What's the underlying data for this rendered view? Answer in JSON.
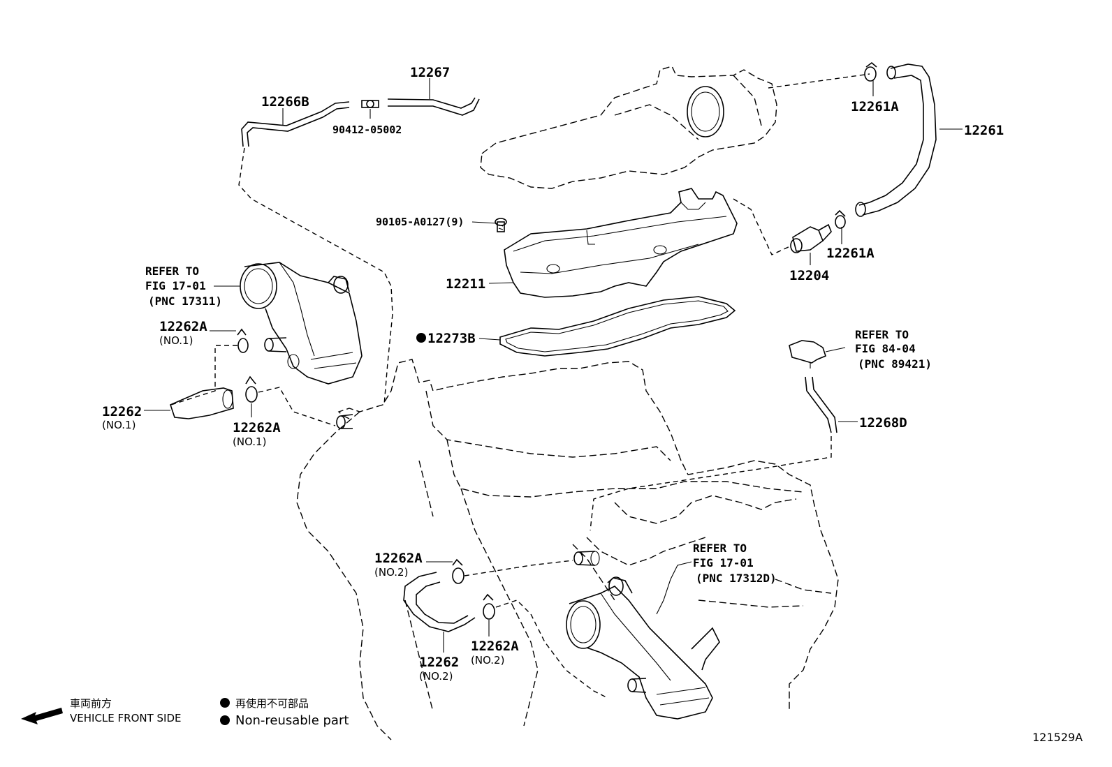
{
  "diagram": {
    "figure_id": "121529A",
    "labels": {
      "p12267": "12267",
      "p12266B": "12266B",
      "p90412": "90412-05002",
      "p12261A_top": "12261A",
      "p12261": "12261",
      "p90105": "90105-A0127(9)",
      "p12211": "12211",
      "p12273B": "12273B",
      "p12204": "12204",
      "p12261A_mid": "12261A",
      "p12262A_1a": "12262A",
      "p12262A_1a_no": "(NO.1)",
      "p12262_1": "12262",
      "p12262_1_no": "(NO.1)",
      "p12262A_1b": "12262A",
      "p12262A_1b_no": "(NO.1)",
      "p12268D": "12268D",
      "p12262A_2a": "12262A",
      "p12262A_2a_no": "(NO.2)",
      "p12262_2": "12262",
      "p12262_2_no": "(NO.2)",
      "p12262A_2b": "12262A",
      "p12262A_2b_no": "(NO.2)"
    },
    "refs": {
      "ref1_l1": "REFER TO",
      "ref1_l2": "FIG 17-01",
      "ref1_l3": "(PNC 17311)",
      "ref2_l1": "REFER TO",
      "ref2_l2": "FIG 84-04",
      "ref2_l3": "(PNC 89421)",
      "ref3_l1": "REFER TO",
      "ref3_l2": "FIG 17-01",
      "ref3_l3": "(PNC 17312D)"
    },
    "legend": {
      "front_jp": "車両前方",
      "front_en": "VEHICLE FRONT SIDE",
      "nonreuse_jp": "再使用不可部品",
      "nonreuse_en": "Non-reusable part"
    }
  }
}
